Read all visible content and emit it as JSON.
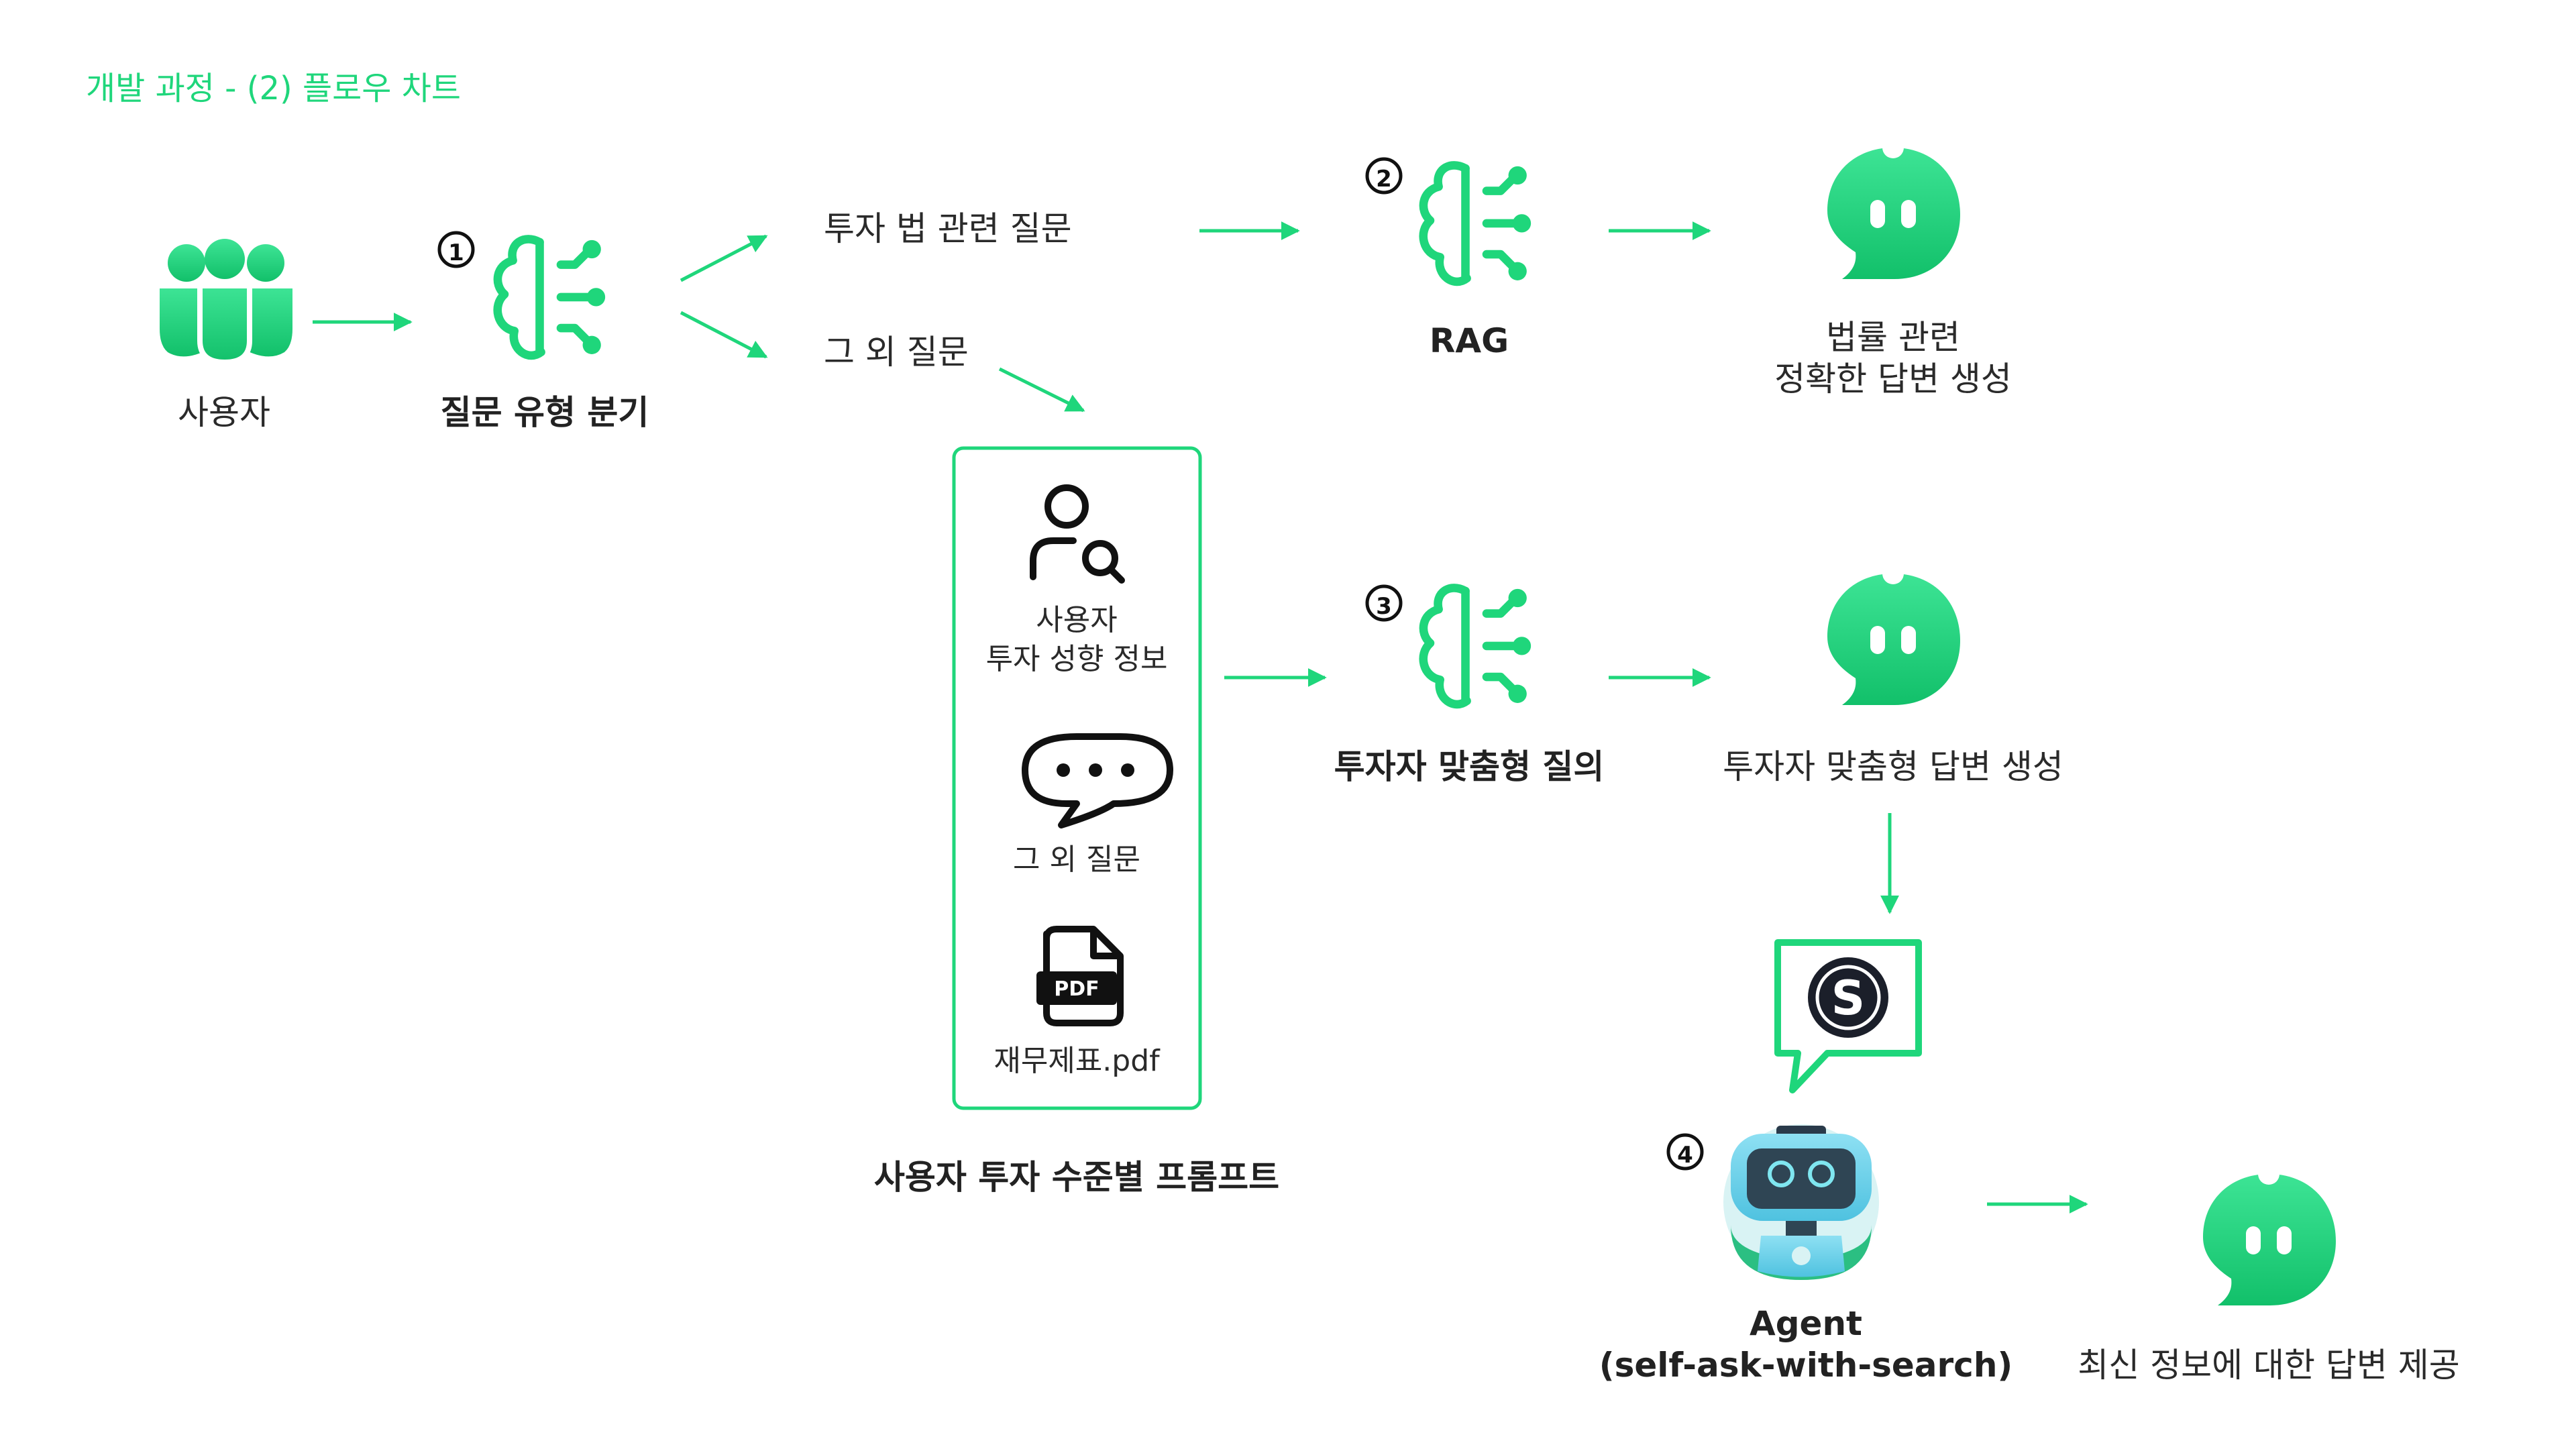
{
  "title": "개발 과정 - (2) 플로우 차트",
  "colors": {
    "accent": "#1fd67b",
    "accent_dark": "#13c16b",
    "dark": "#111111",
    "agent_blue": "#6fd3ec"
  },
  "nodes": {
    "user": {
      "label": "사용자",
      "icon": "users-group-icon"
    },
    "classifier": {
      "step": "1",
      "label": "질문 유형 분기",
      "icon": "brain-circuit-icon"
    },
    "rag": {
      "step": "2",
      "label": "RAG",
      "icon": "brain-circuit-icon"
    },
    "custom_query": {
      "step": "3",
      "label": "투자자 맞춤형 질의",
      "icon": "brain-circuit-icon"
    },
    "agent": {
      "step": "4",
      "label_line1": "Agent",
      "label_line2": "(self-ask-with-search)",
      "icon": "robot-icon",
      "tool_icon": "search-s-icon"
    },
    "legal_answer": {
      "label_line1": "법률 관련",
      "label_line2": "정확한 답변 생성",
      "icon": "chat-bot-icon"
    },
    "custom_answer": {
      "label": "투자자 맞춤형 답변 생성",
      "icon": "chat-bot-icon"
    },
    "latest_answer": {
      "label": "최신 정보에 대한 답변 제공",
      "icon": "chat-bot-icon"
    }
  },
  "branches": {
    "law_question": "투자 법 관련 질문",
    "other_question": "그 외 질문"
  },
  "prompt_box": {
    "caption": "사용자 투자 수준별 프롬프트",
    "items": [
      {
        "line1": "사용자",
        "line2": "투자 성향 정보",
        "icon": "user-search-icon"
      },
      {
        "line1": "그 외 질문",
        "icon": "speech-bubble-dots-icon"
      },
      {
        "line1": "재무제표.pdf",
        "icon": "pdf-file-icon"
      }
    ]
  }
}
